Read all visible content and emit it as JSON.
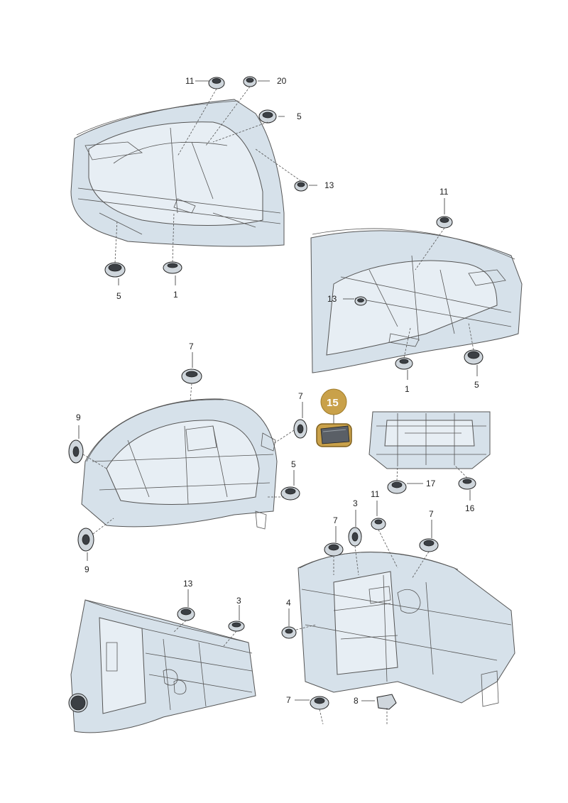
{
  "labels": {
    "g1_11": "11",
    "g1_20": "20",
    "g1_5a": "5",
    "g1_13": "13",
    "g1_5b": "5",
    "g1_1": "1",
    "g2_11": "11",
    "g2_13": "13",
    "g2_1": "1",
    "g2_5": "5",
    "g3_7a": "7",
    "g3_9a": "9",
    "g3_7b": "7",
    "g3_5": "5",
    "g3_9b": "9",
    "g4_15": "15",
    "g4_17": "17",
    "g4_16": "16",
    "g5_13": "13",
    "g5_3": "3",
    "g6_3": "3",
    "g6_11": "11",
    "g6_7a": "7",
    "g6_7b": "7",
    "g6_4": "4",
    "g6_7c": "7",
    "g6_8": "8"
  },
  "colors": {
    "highlight": "#c9a14a",
    "highlight_stroke": "#a07c2a",
    "body_fill": "#d6e1ea"
  }
}
